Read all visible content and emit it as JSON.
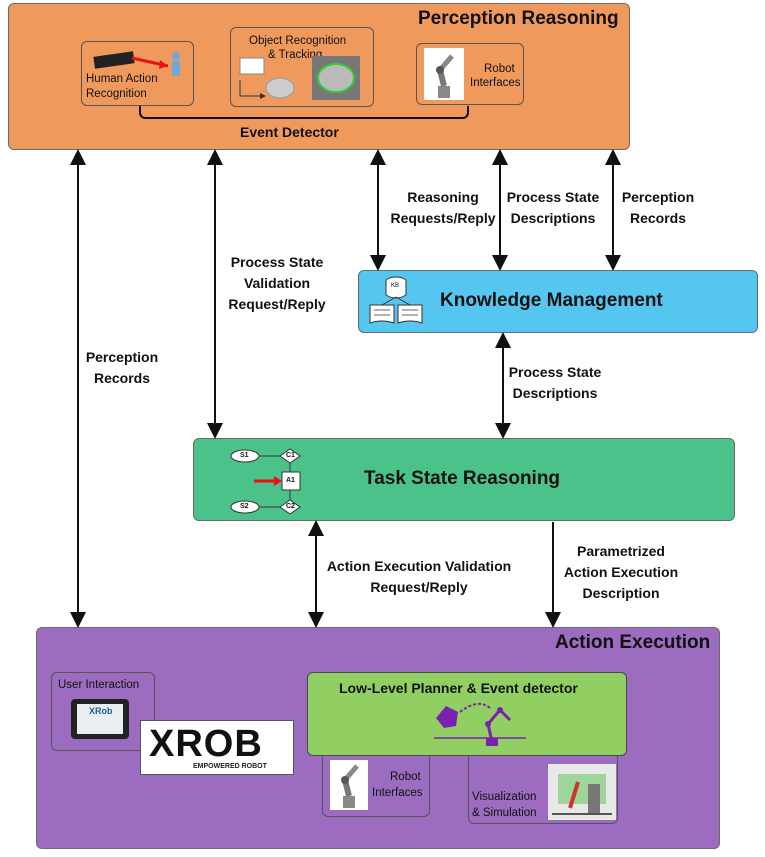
{
  "perception": {
    "title": "Perception Reasoning",
    "event_detector": "Event Detector",
    "human_action_line1": "Human Action",
    "human_action_line2": "Recognition",
    "object_rec_line1": "Object Recognition",
    "object_rec_line2": "& Tracking",
    "robot_interfaces_line1": "Robot",
    "robot_interfaces_line2": "Interfaces",
    "color": "#ef9a5c"
  },
  "knowledge": {
    "title": "Knowledge Management",
    "kb_label": "KB",
    "color": "#55c6f0"
  },
  "task": {
    "title": "Task State Reasoning",
    "nodes": {
      "s1": "S1",
      "c1": "C1",
      "a1": "A1",
      "s2": "S2",
      "c2": "C2"
    },
    "color": "#4cc28b"
  },
  "action": {
    "title": "Action Execution",
    "user_interaction": "User Interaction",
    "planner_title": "Low-Level Planner & Event detector",
    "robot_interfaces_line1": "Robot",
    "robot_interfaces_line2": "Interfaces",
    "viz_line1": "Visualization",
    "viz_line2": "& Simulation",
    "logo_main": "XROB",
    "logo_tag": "EMPOWERED ROBOT",
    "tablet_logo": "XRob",
    "color": "#9b6cc0",
    "planner_color": "#92cf62"
  },
  "labels": {
    "reasoning_1": "Reasoning",
    "reasoning_2": "Requests/Reply",
    "psd_top_1": "Process State",
    "psd_top_2": "Descriptions",
    "perc_rec_top_1": "Perception",
    "perc_rec_top_2": "Records",
    "psv_1": "Process State",
    "psv_2": "Validation",
    "psv_3": "Request/Reply",
    "perc_rec_left_1": "Perception",
    "perc_rec_left_2": "Records",
    "psd_mid_1": "Process State",
    "psd_mid_2": "Descriptions",
    "aev_1": "Action Execution Validation",
    "aev_2": "Request/Reply",
    "param_1": "Parametrized",
    "param_2": "Action Execution",
    "param_3": "Description"
  }
}
